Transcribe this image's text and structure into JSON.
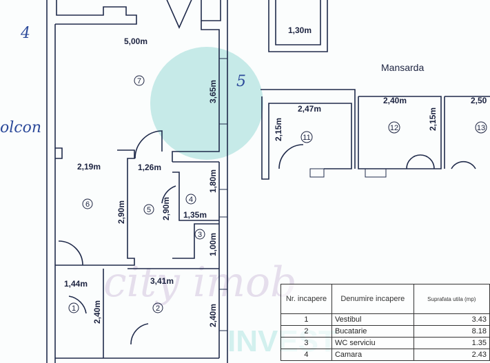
{
  "plan": {
    "rooms": [
      {
        "id": "7",
        "width": "5,00m",
        "height": "3,65m"
      },
      {
        "id": "6",
        "width": "2,19m",
        "height": "2,90m"
      },
      {
        "id": "5",
        "width": "1,26m",
        "height": "2,90m"
      },
      {
        "id": "4",
        "width": "1,35m",
        "height": "1,80m"
      },
      {
        "id": "3",
        "height": "1,00m"
      },
      {
        "id": "1",
        "width": "1,44m",
        "height": "2,40m"
      },
      {
        "id": "2",
        "width": "3,41m",
        "height": "2,40m"
      },
      {
        "id": "11",
        "width": "2,47m",
        "height": "2,15m"
      },
      {
        "id": "12",
        "width": "2,40m",
        "height": "2,15m"
      },
      {
        "id": "13",
        "width": "2,50"
      }
    ],
    "top_room": "1,30m",
    "mansarda_label": "Mansarda",
    "handwritten": [
      "4",
      "5",
      "olcon"
    ]
  },
  "watermark": {
    "logo_text": "city imob INVEST",
    "color": "#5cc6c0"
  },
  "table": {
    "headers": [
      "Nr. incapere",
      "Denumire incapere",
      "Suprafata utila (mp)"
    ],
    "rows": [
      {
        "nr": "1",
        "name": "Vestibul",
        "area": "3.43"
      },
      {
        "nr": "2",
        "name": "Bucatarie",
        "area": "8.18"
      },
      {
        "nr": "3",
        "name": "WC serviciu",
        "area": "1.35"
      },
      {
        "nr": "4",
        "name": "Camara",
        "area": "2.43"
      }
    ]
  }
}
